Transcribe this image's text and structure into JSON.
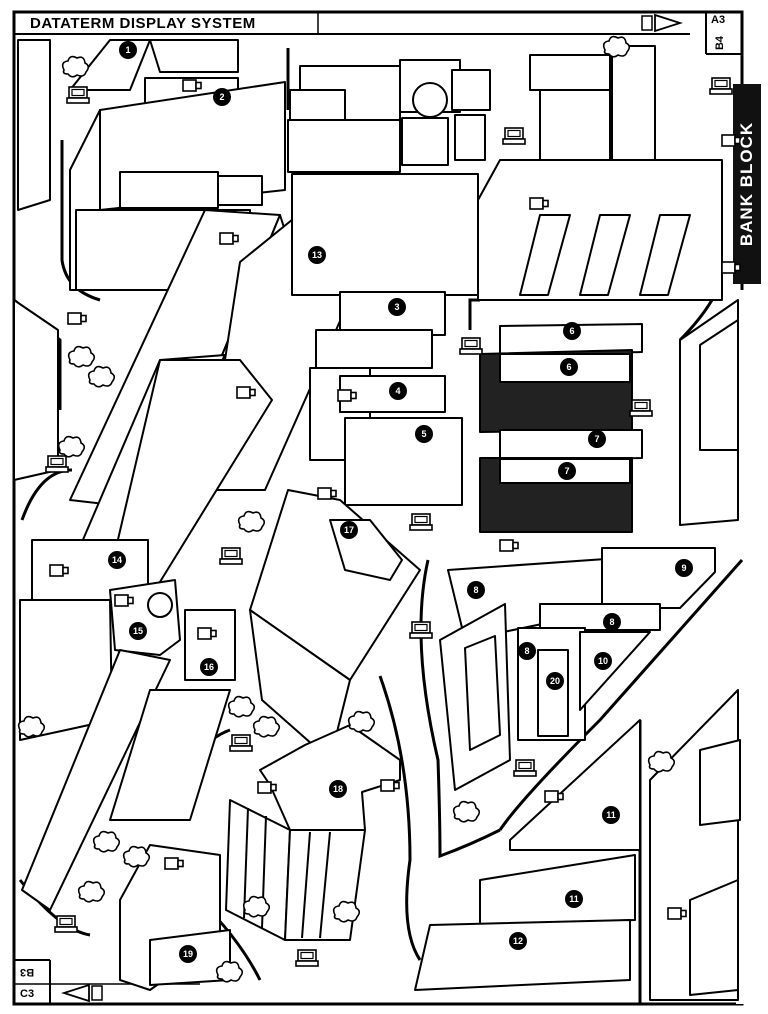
{
  "header": {
    "title": "DATATERM DISPLAY SYSTEM",
    "grid_top_right": "A3",
    "grid_top_right_side": "B4",
    "grid_bottom_left": "C3",
    "grid_bottom_left_side": "B3"
  },
  "block_label": "BANK BLOCK",
  "buildings": [
    {
      "id": "1"
    },
    {
      "id": "2"
    },
    {
      "id": "13"
    },
    {
      "id": "3"
    },
    {
      "id": "6a",
      "label": "6"
    },
    {
      "id": "6b",
      "label": "6"
    },
    {
      "id": "4"
    },
    {
      "id": "5"
    },
    {
      "id": "7a",
      "label": "7"
    },
    {
      "id": "7b",
      "label": "7"
    },
    {
      "id": "17"
    },
    {
      "id": "14"
    },
    {
      "id": "15"
    },
    {
      "id": "16"
    },
    {
      "id": "8a",
      "label": "8"
    },
    {
      "id": "8b",
      "label": "8"
    },
    {
      "id": "8c",
      "label": "8"
    },
    {
      "id": "9"
    },
    {
      "id": "10"
    },
    {
      "id": "20"
    },
    {
      "id": "18"
    },
    {
      "id": "11a",
      "label": "11"
    },
    {
      "id": "11b",
      "label": "11"
    },
    {
      "id": "12"
    },
    {
      "id": "19"
    }
  ],
  "icons": {
    "camera": "camera-icon",
    "terminal": "terminal-icon",
    "arrow": "arrow-icon",
    "tree": "tree-icon"
  }
}
